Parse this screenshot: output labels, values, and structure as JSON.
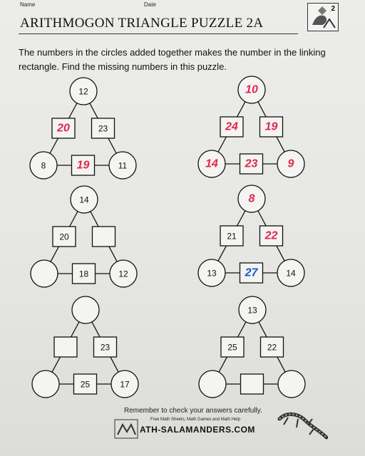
{
  "header": {
    "name_label": "Name",
    "date_label": "Date",
    "title": "ARITHMOGON TRIANGLE PUZZLE 2A",
    "logo_number": "2"
  },
  "instructions": "The numbers in the circles added together makes the number in the linking rectangle. Find the missing numbers in this puzzle.",
  "colors": {
    "ink": "#111111",
    "red_pen": "#e0284f",
    "blue_pen": "#1a57c9"
  },
  "puzzles": [
    {
      "top": "12",
      "left": "8",
      "right": "11",
      "box_left": "20",
      "box_right": "23",
      "box_bottom": "19",
      "pen": {
        "box_left": "red",
        "box_bottom": "red"
      }
    },
    {
      "top": "10",
      "left": "14",
      "right": "9",
      "box_left": "24",
      "box_right": "19",
      "box_bottom": "23",
      "pen": {
        "top": "red",
        "left": "red",
        "right": "red",
        "box_left": "red",
        "box_right": "red",
        "box_bottom": "red"
      }
    },
    {
      "top": "14",
      "left": "",
      "right": "12",
      "box_left": "20",
      "box_right": "",
      "box_bottom": "18",
      "pen": {}
    },
    {
      "top": "8",
      "left": "13",
      "right": "14",
      "box_left": "21",
      "box_right": "22",
      "box_bottom": "27",
      "pen": {
        "top": "red",
        "box_right": "red",
        "box_bottom": "blue"
      }
    },
    {
      "top": "",
      "left": "",
      "right": "17",
      "box_left": "",
      "box_right": "23",
      "box_bottom": "25",
      "pen": {}
    },
    {
      "top": "13",
      "left": "",
      "right": "",
      "box_left": "25",
      "box_right": "22",
      "box_bottom": "",
      "pen": {}
    }
  ],
  "footer": {
    "note": "Remember to check your answers carefully.",
    "sub": "Free Math Sheets, Math Games and Math Help",
    "brand": "ATH-SALAMANDERS.COM"
  }
}
